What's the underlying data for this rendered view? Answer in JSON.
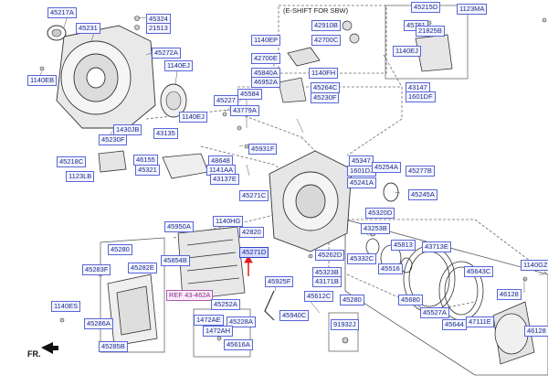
{
  "diagram": {
    "sbw_box_title": "(E-SHIFT FOR SBW)",
    "fr_label": "FR.",
    "ref_label": "REF 43-462A",
    "colors": {
      "label_border": "#5867d8",
      "label_text": "#1c2a8c",
      "line": "#6b6b6b",
      "arrow": "#e02020"
    },
    "parts": [
      "45217A",
      "45324",
      "21513",
      "45231",
      "45272A",
      "1140EJ",
      "1140EB",
      "45215D",
      "1123MA",
      "45761",
      "21825B",
      "1140EJ",
      "1140EP",
      "42910B",
      "42700C",
      "42700E",
      "45840A",
      "1140FH",
      "46952A",
      "45264C",
      "45230F",
      "43147",
      "1601DF",
      "45227",
      "45584",
      "43779A",
      "1430JB",
      "45230F",
      "43135",
      "1140EJ",
      "45931F",
      "48648",
      "1141AA",
      "43137E",
      "45347",
      "1601DJ",
      "45254A",
      "45277B",
      "45241A",
      "45245A",
      "45218C",
      "46155",
      "45321",
      "1123LB",
      "45271C",
      "45320D",
      "1140HG",
      "45950A",
      "42820",
      "45271D",
      "45262D",
      "43253B",
      "45813",
      "43713E",
      "45280",
      "45854B",
      "45283F",
      "45282E",
      "45323B",
      "43171B",
      "45332C",
      "45516",
      "45643C",
      "1140ES",
      "45925F",
      "45612C",
      "45280",
      "45680",
      "46128",
      "45252A",
      "1472AE",
      "45228A",
      "45940C",
      "45527A",
      "45644",
      "47111E",
      "1472AH",
      "91932J",
      "45286A",
      "45285B",
      "45616A",
      "46128",
      "1140GZ"
    ]
  }
}
